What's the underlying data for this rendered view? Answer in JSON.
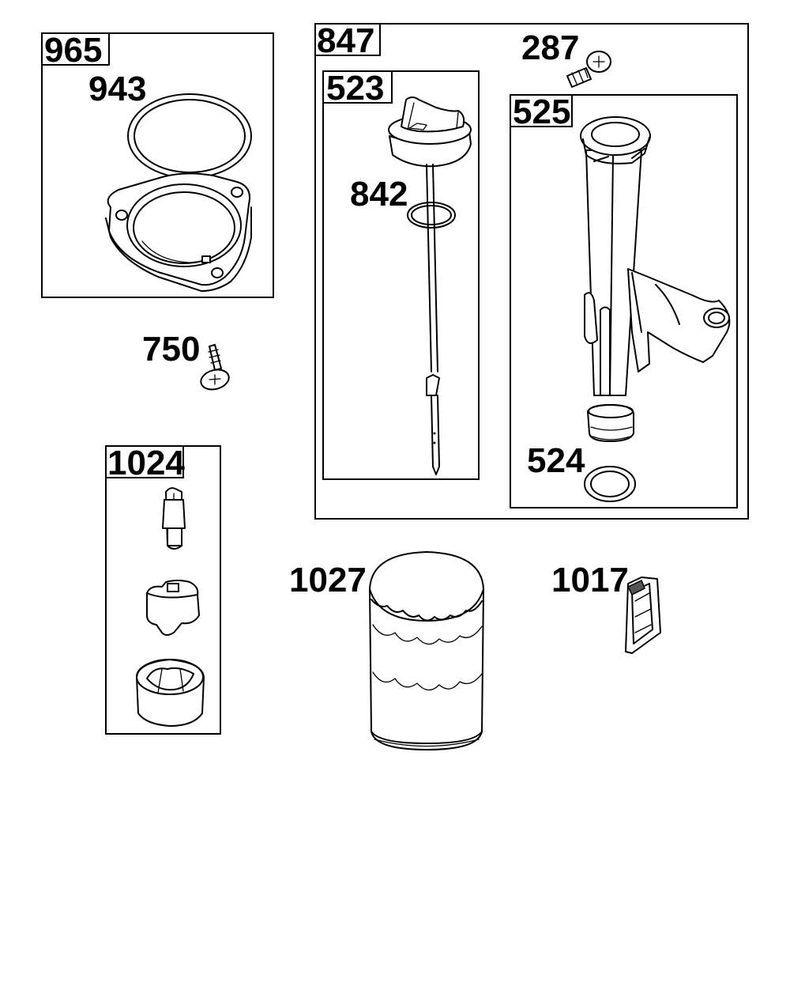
{
  "labels": {
    "kit_965": "965",
    "part_943": "943",
    "part_750": "750",
    "kit_1024": "1024",
    "kit_847": "847",
    "part_287": "287",
    "kit_523": "523",
    "part_842": "842",
    "kit_525": "525",
    "part_524": "524",
    "part_1027": "1027",
    "part_1017": "1017"
  }
}
